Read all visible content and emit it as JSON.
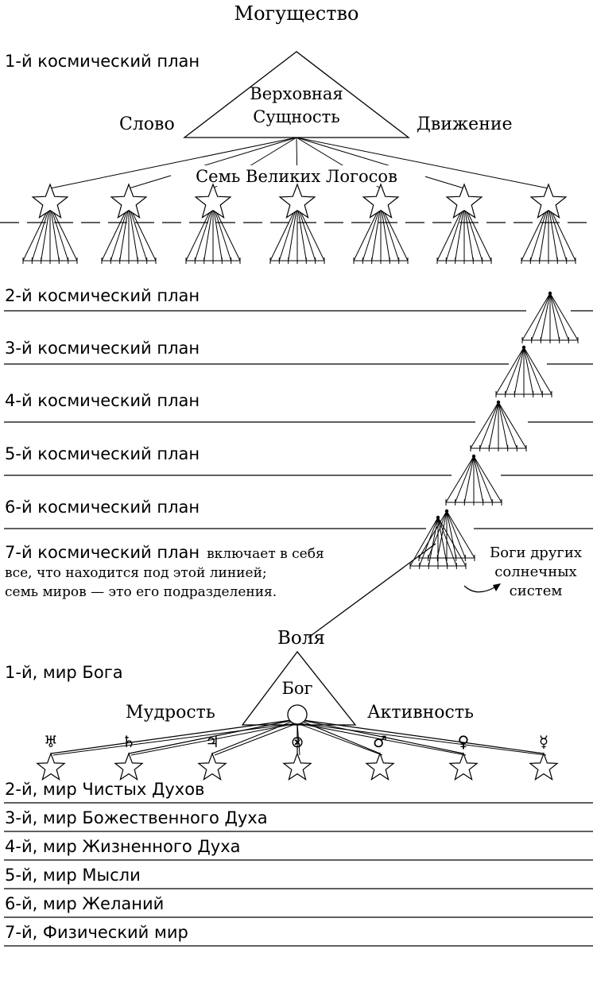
{
  "upper": {
    "top_label": "Могущество",
    "left_label": "Слово",
    "right_label": "Движение",
    "triangle_text_1": "Верховная",
    "triangle_text_2": "Сущность",
    "logos_label": "Семь Великих Логосов",
    "plan_1": "1-й космический план"
  },
  "cosmic_plans": [
    "2-й космический план",
    "3-й космический план",
    "4-й космический план",
    "5-й космический план",
    "6-й космический план"
  ],
  "plan_7": {
    "title": "7-й космический план",
    "line_1_rest": "включает в себя",
    "line_2": "все, что находится под этой линией;",
    "line_3": "семь миров — это его подразделения."
  },
  "other_gods": [
    "Боги других",
    "солнечных",
    "систем"
  ],
  "lower": {
    "top_label": "Воля",
    "world_1": "1-й, мир Бога",
    "left_label": "Мудрость",
    "right_label": "Активность",
    "triangle_text": "Бог",
    "planet_symbols": [
      "♅",
      "♄",
      "♃",
      "⊗",
      "♂",
      "♀",
      "☿"
    ]
  },
  "worlds": [
    "2-й, мир Чистых Духов",
    "3-й, мир Божественного Духа",
    "4-й, мир Жизненного Духа",
    "5-й, мир Мысли",
    "6-й, мир Желаний",
    "7-й, Физический мир"
  ]
}
